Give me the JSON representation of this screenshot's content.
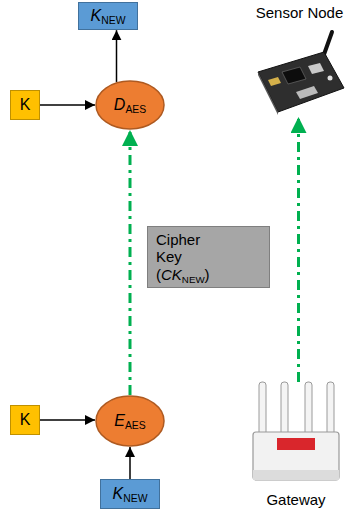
{
  "diagram": {
    "nodes": [
      {
        "text": [
          "KNEW"
        ]
      },
      {
        "text": [
          "K"
        ]
      },
      {
        "text": [
          "DAES"
        ]
      },
      {
        "text": [
          "Sensor Node"
        ]
      },
      {
        "text": [
          "Cipher Key (CKNEW)"
        ]
      },
      {
        "text": [
          "K"
        ]
      },
      {
        "text": [
          "EAES"
        ]
      },
      {
        "text": [
          "Gateway"
        ]
      },
      {
        "text": [
          "KNEW"
        ]
      }
    ],
    "edges": [
      {
        "from": 2,
        "to": 0,
        "arrow": "to"
      },
      {
        "from": 1,
        "to": 2,
        "arrow": "to"
      },
      {
        "from": 6,
        "to": 2,
        "arrow": "to"
      },
      {
        "from": 7,
        "to": 3,
        "arrow": "to"
      },
      {
        "from": 5,
        "to": 6,
        "arrow": "to"
      },
      {
        "from": 8,
        "to": 6,
        "arrow": "to"
      }
    ]
  }
}
